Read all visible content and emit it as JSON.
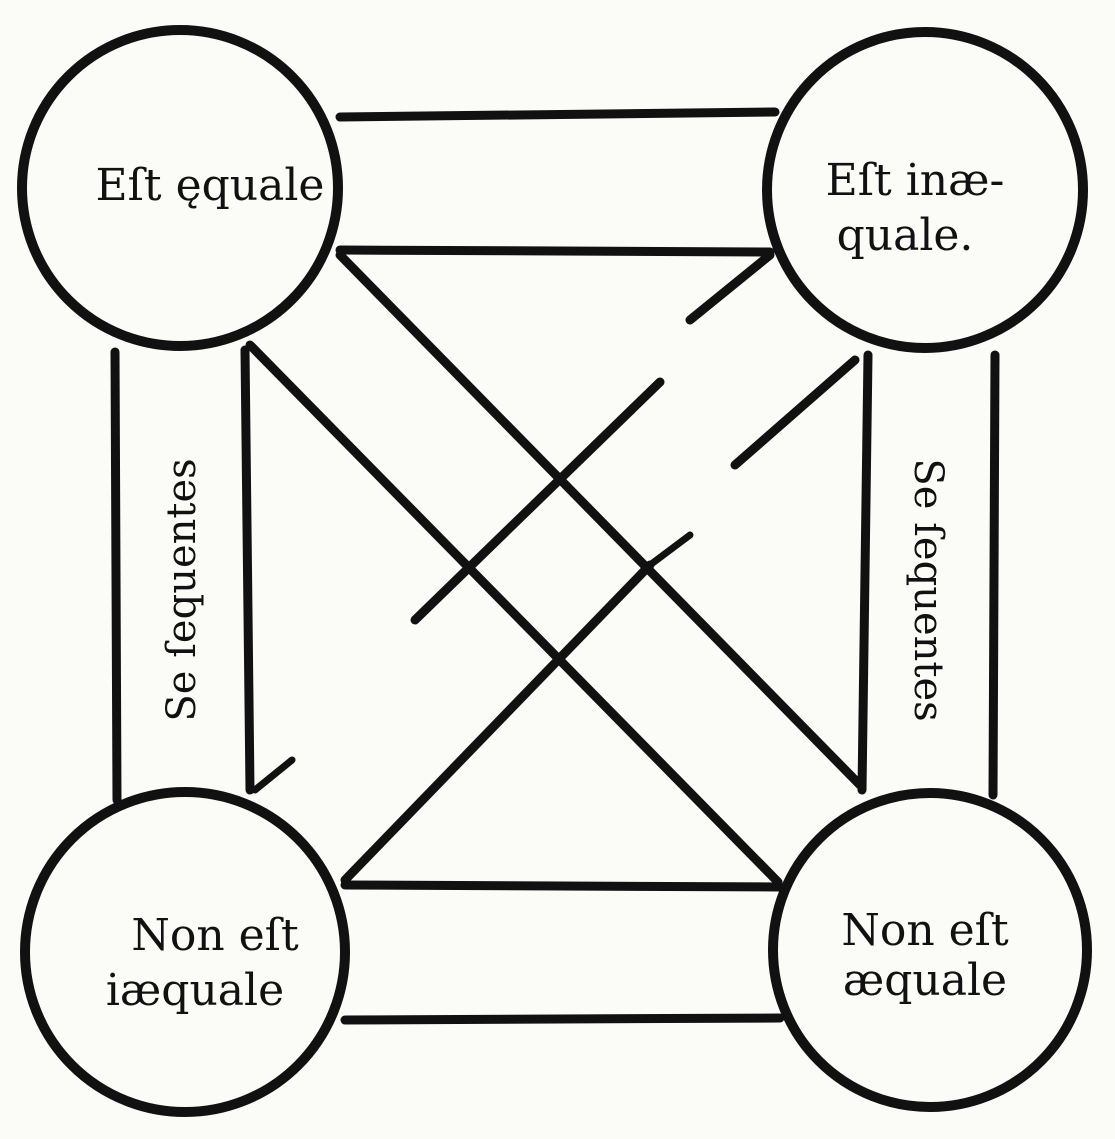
{
  "nodes": {
    "top_left": [
      "Eſt ęquale"
    ],
    "top_right": [
      "Eſt inæ-",
      "quale."
    ],
    "bottom_left": [
      "Non eſt",
      "iæquale"
    ],
    "bottom_right": [
      "Non eſt",
      "æquale"
    ]
  },
  "side_labels": {
    "left": "Se ſequentes",
    "right": "Se ſequentes"
  }
}
